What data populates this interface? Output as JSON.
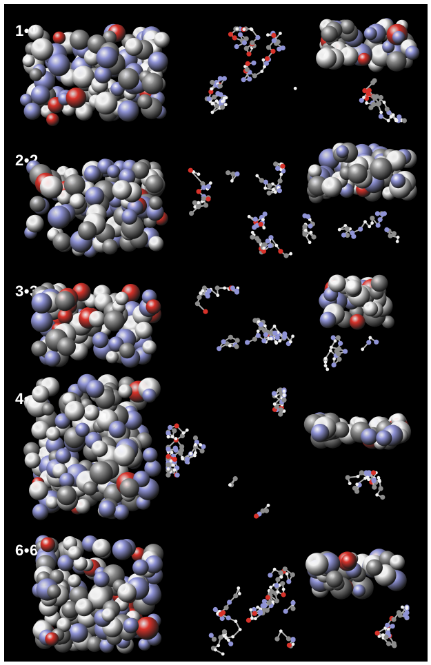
{
  "figure": {
    "rows": [
      {
        "label": "1•1"
      },
      {
        "label": "2•2"
      },
      {
        "label": "3•3"
      },
      {
        "label": "4•4"
      },
      {
        "label": "6•6"
      }
    ]
  },
  "colors": {
    "background": "#000000",
    "carbon": "#8c8c8c",
    "nitrogen": "#8f93d6",
    "oxygen": "#d8322a",
    "hydrogen": "#f2f2f2",
    "bond": "#b0b0b0",
    "label": "#ffffff"
  }
}
